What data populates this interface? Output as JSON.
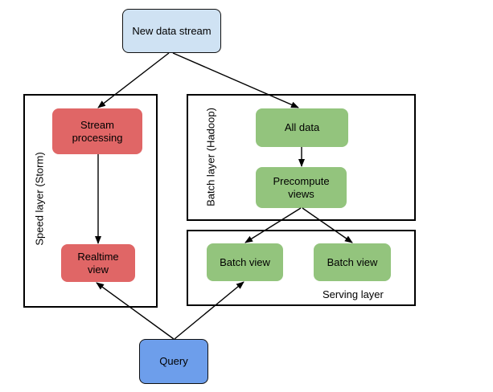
{
  "nodes": {
    "new_data_stream": "New data stream",
    "stream_processing": "Stream processing",
    "realtime_view": "Realtime view",
    "all_data": "All data",
    "precompute_views": "Precompute views",
    "batch_view_1": "Batch view",
    "batch_view_2": "Batch view",
    "query": "Query"
  },
  "labels": {
    "speed_layer": "Speed layer (Storm)",
    "batch_layer": "Batch layer (Hadoop)",
    "serving_layer": "Serving layer"
  },
  "colors": {
    "green": "#93c47d",
    "red": "#e06666",
    "light_blue": "#cfe2f3",
    "blue": "#6d9eeb"
  }
}
